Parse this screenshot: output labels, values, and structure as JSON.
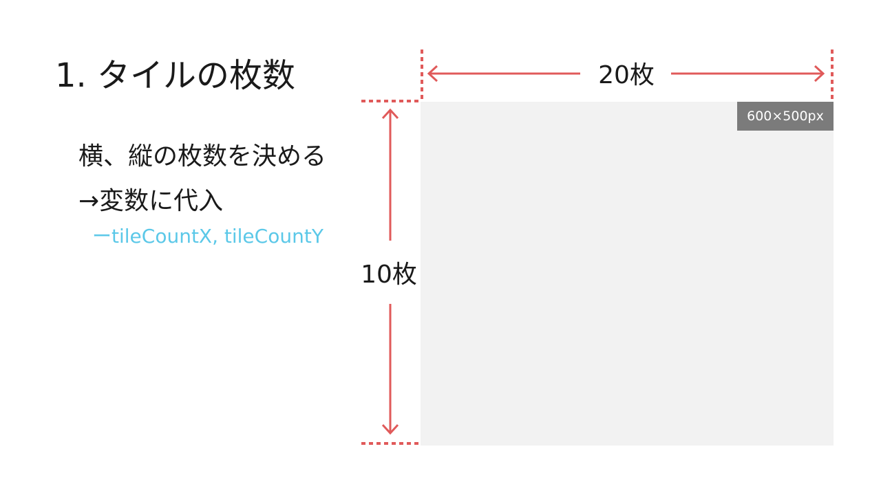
{
  "slide": {
    "title": "1. タイルの枚数",
    "line1": "横、縦の枚数を決める",
    "line2": "→変数に代入",
    "variables": "ーtileCountX, tileCountY"
  },
  "canvas": {
    "size_label": "600×500px",
    "color": "#f2f2f2"
  },
  "dimensions": {
    "horizontal_label": "20枚",
    "vertical_label": "10枚",
    "accent_color": "#e05a5a"
  }
}
